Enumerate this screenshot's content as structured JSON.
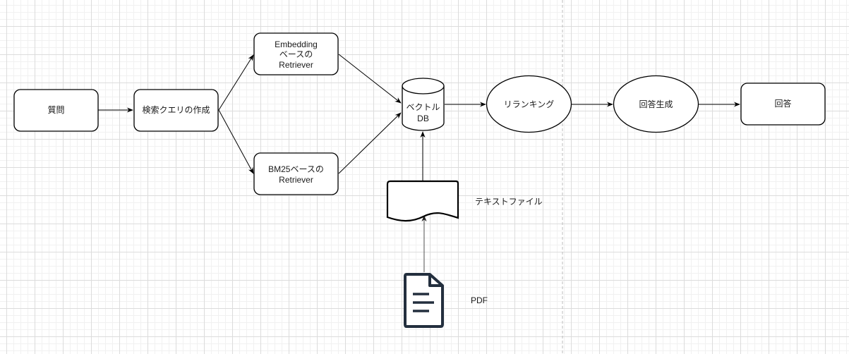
{
  "diagram": {
    "nodes": {
      "question": {
        "label": "質問",
        "shape": "rounded-rect"
      },
      "query_creation": {
        "label": "検索クエリの作成",
        "shape": "rounded-rect"
      },
      "embedding_retriever": {
        "lines": [
          "Embedding",
          "ベースの",
          "Retriever"
        ],
        "shape": "rounded-rect"
      },
      "bm25_retriever": {
        "lines": [
          "BM25ベースの",
          "Retriever"
        ],
        "shape": "rounded-rect"
      },
      "vector_db": {
        "lines": [
          "ベクトル",
          "DB"
        ],
        "shape": "cylinder"
      },
      "reranking": {
        "label": "リランキング",
        "shape": "ellipse"
      },
      "answer_generation": {
        "label": "回答生成",
        "shape": "ellipse"
      },
      "answer": {
        "label": "回答",
        "shape": "rounded-rect"
      },
      "text_file": {
        "label": "テキストファイル",
        "shape": "document"
      },
      "pdf": {
        "label": "PDF",
        "icon": "file-document-icon",
        "color": "#232f3e"
      }
    },
    "edges": [
      {
        "from": "question",
        "to": "query_creation"
      },
      {
        "from": "query_creation",
        "to": "embedding_retriever"
      },
      {
        "from": "query_creation",
        "to": "bm25_retriever"
      },
      {
        "from": "embedding_retriever",
        "to": "vector_db"
      },
      {
        "from": "bm25_retriever",
        "to": "vector_db"
      },
      {
        "from": "text_file",
        "to": "vector_db"
      },
      {
        "from": "pdf",
        "to": "text_file"
      },
      {
        "from": "vector_db",
        "to": "reranking"
      },
      {
        "from": "reranking",
        "to": "answer_generation"
      },
      {
        "from": "answer_generation",
        "to": "answer"
      }
    ]
  }
}
